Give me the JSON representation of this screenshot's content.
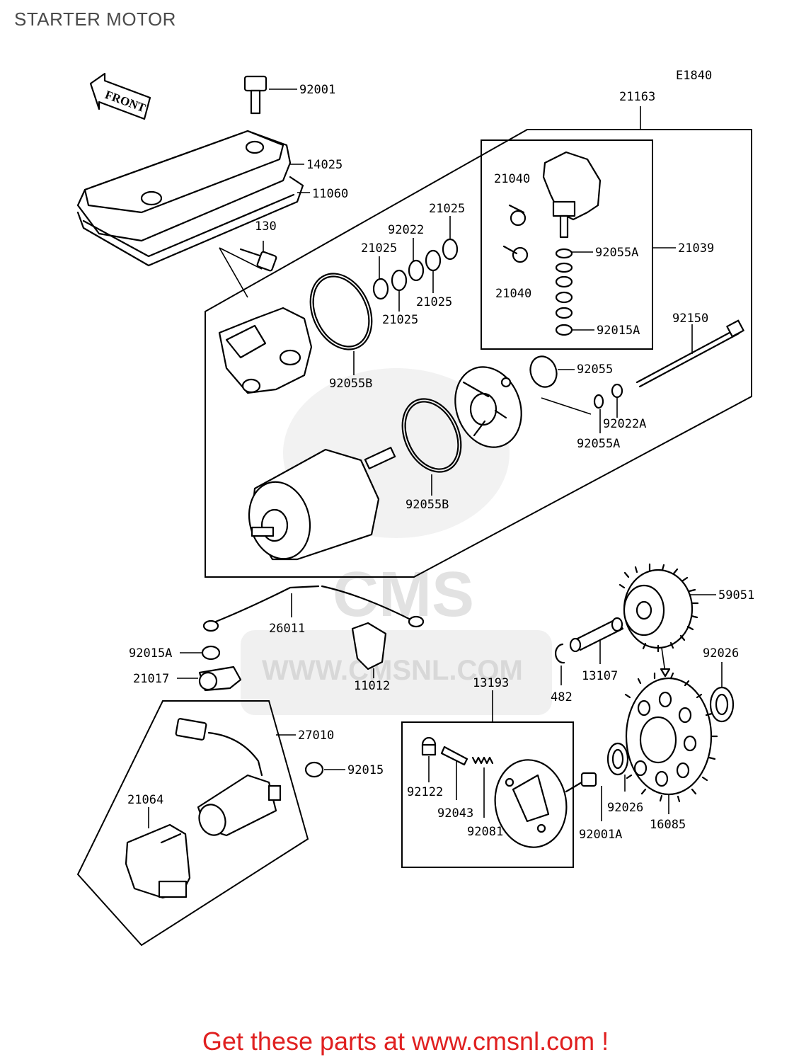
{
  "title": "STARTER MOTOR",
  "diagram_code": "E1840",
  "front_arrow_label": "FRONT",
  "watermark": "WWW.CMSNL.COM",
  "watermark_logo": "CMS",
  "footer": "Get these parts at www.cmsnl.com !",
  "labels": {
    "p92001": "92001",
    "p14025": "14025",
    "p11060": "11060",
    "p130": "130",
    "p21163": "21163",
    "p21040a": "21040",
    "p21040b": "21040",
    "p21039": "21039",
    "p92055A_a": "92055A",
    "p92015A_a": "92015A",
    "p21025a": "21025",
    "p21025b": "21025",
    "p21025c": "21025",
    "p21025d": "21025",
    "p92022": "92022",
    "p92055B_a": "92055B",
    "p92055B_b": "92055B",
    "p92150": "92150",
    "p92055": "92055",
    "p92022A": "92022A",
    "p92055A_b": "92055A",
    "p26011": "26011",
    "p92015A_b": "92015A",
    "p21017": "21017",
    "p11012": "11012",
    "p27010": "27010",
    "p92015": "92015",
    "p21064": "21064",
    "p13193": "13193",
    "p92122": "92122",
    "p92043": "92043",
    "p92081": "92081",
    "p92001A": "92001A",
    "p482": "482",
    "p13107": "13107",
    "p59051": "59051",
    "p92026a": "92026",
    "p92026b": "92026",
    "p16085": "16085"
  }
}
